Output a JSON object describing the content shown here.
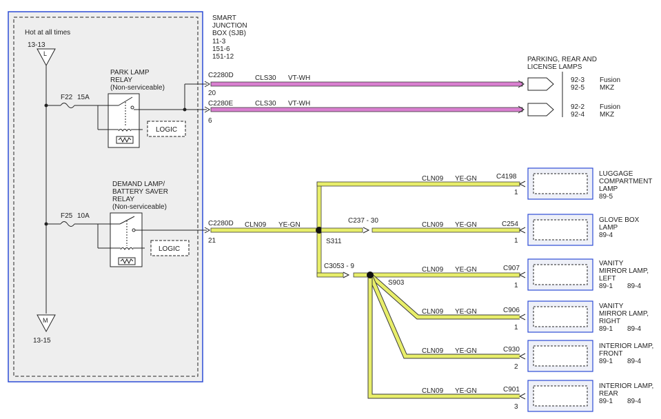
{
  "sjb": {
    "title": [
      "SMART",
      "JUNCTION",
      "BOX (SJB)"
    ],
    "refs": [
      "11-3",
      "151-6",
      "151-12"
    ],
    "hot_label": "Hot at all times",
    "top_bus": "13-13",
    "top_bus_letter": "L",
    "bottom_bus": "13-15",
    "bottom_bus_letter": "M"
  },
  "park_relay": {
    "title": [
      "PARK LAMP",
      "RELAY",
      "(Non-serviceable)"
    ],
    "fuse": "F22",
    "fuse_rating": "15A",
    "logic": "LOGIC"
  },
  "demand_relay": {
    "title": [
      "DEMAND LAMP/",
      "BATTERY SAVER",
      "RELAY",
      "(Non-serviceable)"
    ],
    "fuse": "F25",
    "fuse_rating": "10A",
    "logic": "LOGIC"
  },
  "park_circuits": [
    {
      "connector": "C2280D",
      "pin": "20",
      "circuit": "CLS30",
      "color": "VT-WH",
      "refs": [
        "92-3",
        "92-5"
      ],
      "models": [
        "Fusion",
        "MKZ"
      ]
    },
    {
      "connector": "C2280E",
      "pin": "6",
      "circuit": "CLS30",
      "color": "VT-WH",
      "refs": [
        "92-2",
        "92-4"
      ],
      "models": [
        "Fusion",
        "MKZ"
      ]
    }
  ],
  "parking_lamps_title": [
    "PARKING, REAR AND",
    "LICENSE LAMPS"
  ],
  "demand_circuit": {
    "connector": "C2280D",
    "pin": "21",
    "circuit": "CLN09",
    "color": "YE-GN",
    "splice": "S311",
    "inline_connector": "C3053 - 9",
    "splice2": "S903"
  },
  "branch_connector": "C237 - 30",
  "loads": [
    {
      "connector": "C4198",
      "pin": "1",
      "circuit": "CLN09",
      "color": "YE-GN",
      "name": [
        "LUGGAGE",
        "COMPARTMENT",
        "LAMP"
      ],
      "refs": [
        "89-5"
      ]
    },
    {
      "connector": "C254",
      "pin": "1",
      "circuit": "CLN09",
      "color": "YE-GN",
      "name": [
        "GLOVE BOX",
        "LAMP"
      ],
      "refs": [
        "89-4"
      ]
    },
    {
      "connector": "C907",
      "pin": "1",
      "circuit": "CLN09",
      "color": "YE-GN",
      "name": [
        "VANITY",
        "MIRROR LAMP,",
        "LEFT"
      ],
      "refs": [
        "89-1",
        "89-4"
      ]
    },
    {
      "connector": "C906",
      "pin": "1",
      "circuit": "CLN09",
      "color": "YE-GN",
      "name": [
        "VANITY",
        "MIRROR LAMP,",
        "RIGHT"
      ],
      "refs": [
        "89-1",
        "89-4"
      ]
    },
    {
      "connector": "C930",
      "pin": "2",
      "circuit": "CLN09",
      "color": "YE-GN",
      "name": [
        "INTERIOR LAMP,",
        "FRONT"
      ],
      "refs": [
        "89-1",
        "89-4"
      ]
    },
    {
      "connector": "C901",
      "pin": "3",
      "circuit": "CLN09",
      "color": "YE-GN",
      "name": [
        "INTERIOR LAMP,",
        "REAR"
      ],
      "refs": [
        "89-1",
        "89-4"
      ]
    }
  ],
  "colors": {
    "wire_violet": "#d97fd0",
    "wire_yellow": "#e8ee6a",
    "wire_outline": "#3a3a3a",
    "sjb_border": "#2c4bd6",
    "sjb_fill": "#eeeeee",
    "load_border": "#2c4bd6",
    "load_fill": "#eef0f8"
  }
}
